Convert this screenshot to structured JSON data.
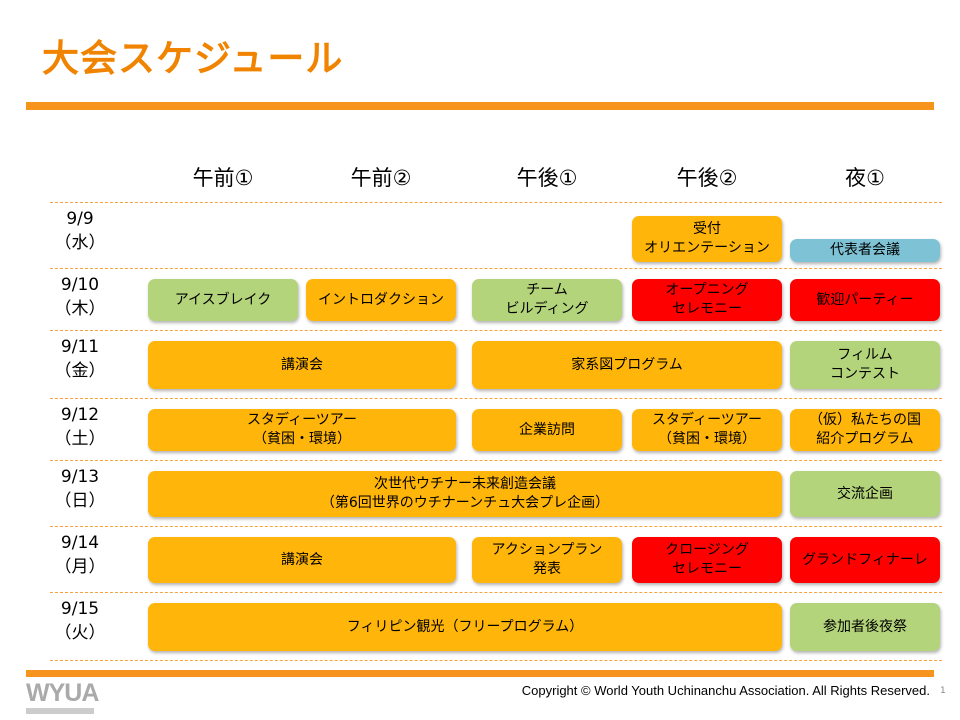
{
  "title": "大会スケジュール",
  "columns": [
    "午前①",
    "午前②",
    "午後①",
    "午後②",
    "夜①"
  ],
  "days": [
    {
      "date": "9/9",
      "weekday": "（水）"
    },
    {
      "date": "9/10",
      "weekday": "（木）"
    },
    {
      "date": "9/11",
      "weekday": "（金）"
    },
    {
      "date": "9/12",
      "weekday": "（土）"
    },
    {
      "date": "9/13",
      "weekday": "（日）"
    },
    {
      "date": "9/14",
      "weekday": "（月）"
    },
    {
      "date": "9/15",
      "weekday": "（火）"
    }
  ],
  "colors": {
    "orange": "#FFB50A",
    "green": "#B3D47A",
    "red": "#FF0000",
    "blue": "#7EC3D5"
  },
  "events": [
    {
      "day": 0,
      "col": 3,
      "span": 1,
      "color": "orange",
      "label": "受付\nオリエンテーション",
      "variant": "tall"
    },
    {
      "day": 0,
      "col": 4,
      "span": 1,
      "color": "blue",
      "label": "代表者会議",
      "variant": "short"
    },
    {
      "day": 1,
      "col": 0,
      "span": 1,
      "color": "green",
      "label": "アイスブレイク"
    },
    {
      "day": 1,
      "col": 1,
      "span": 1,
      "color": "orange",
      "label": "イントロダクション"
    },
    {
      "day": 1,
      "col": 2,
      "span": 1,
      "color": "green",
      "label": "チーム\nビルディング"
    },
    {
      "day": 1,
      "col": 3,
      "span": 1,
      "color": "red",
      "label": "オープニング\nセレモニー"
    },
    {
      "day": 1,
      "col": 4,
      "span": 1,
      "color": "red",
      "label": "歓迎パーティー"
    },
    {
      "day": 2,
      "col": 0,
      "span": 2,
      "color": "orange",
      "label": "講演会"
    },
    {
      "day": 2,
      "col": 2,
      "span": 2,
      "color": "orange",
      "label": "家系図プログラム"
    },
    {
      "day": 2,
      "col": 4,
      "span": 1,
      "color": "green",
      "label": "フィルム\nコンテスト"
    },
    {
      "day": 3,
      "col": 0,
      "span": 2,
      "color": "orange",
      "label": "スタディーツアー\n（貧困・環境）"
    },
    {
      "day": 3,
      "col": 2,
      "span": 1,
      "color": "orange",
      "label": "企業訪問"
    },
    {
      "day": 3,
      "col": 3,
      "span": 1,
      "color": "orange",
      "label": "スタディーツアー\n（貧困・環境）"
    },
    {
      "day": 3,
      "col": 4,
      "span": 1,
      "color": "orange",
      "label": "（仮）私たちの国\n紹介プログラム"
    },
    {
      "day": 4,
      "col": 0,
      "span": 4,
      "color": "orange",
      "label": "次世代ウチナー未来創造会議\n（第6回世界のウチナーンチュ大会プレ企画）"
    },
    {
      "day": 4,
      "col": 4,
      "span": 1,
      "color": "green",
      "label": "交流企画"
    },
    {
      "day": 5,
      "col": 0,
      "span": 2,
      "color": "orange",
      "label": "講演会"
    },
    {
      "day": 5,
      "col": 2,
      "span": 1,
      "color": "orange",
      "label": "アクションプラン\n発表"
    },
    {
      "day": 5,
      "col": 3,
      "span": 1,
      "color": "red",
      "label": "クロージング\nセレモニー"
    },
    {
      "day": 5,
      "col": 4,
      "span": 1,
      "color": "red",
      "label": "グランドフィナーレ"
    },
    {
      "day": 6,
      "col": 0,
      "span": 4,
      "color": "orange",
      "label": "フィリピン観光（フリープログラム）"
    },
    {
      "day": 6,
      "col": 4,
      "span": 1,
      "color": "green",
      "label": "参加者後夜祭"
    }
  ],
  "footer": {
    "copyright": "Copyright © World Youth Uchinanchu Association. All Rights Reserved.",
    "page_number": "1",
    "logo_text": "WYUA"
  }
}
